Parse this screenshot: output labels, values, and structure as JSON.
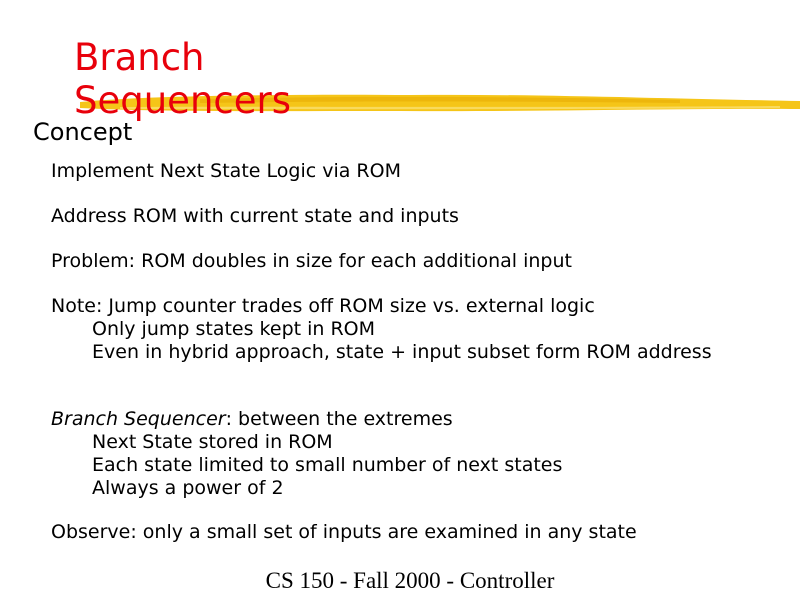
{
  "slide": {
    "title_line1": "Branch",
    "title_line2": "Sequencers",
    "heading": "Concept",
    "lines": {
      "l1": "Implement Next State Logic via ROM",
      "l2": "Address ROM with current state and inputs",
      "l3": "Problem: ROM doubles in size for each additional input",
      "l4": "Note: Jump counter trades off ROM size vs. external logic",
      "l5": "Only jump states kept in ROM",
      "l6": "Even in hybrid approach, state + input subset form ROM address",
      "l7_italic": "Branch Sequencer",
      "l7_rest": ": between the extremes",
      "l8": "Next State stored in ROM",
      "l9": "Each state limited to small number of next states",
      "l10": "Always a power of 2",
      "l11": "Observe: only a small set of inputs are examined in any state"
    },
    "footer": "CS 150 - Fall 2000 - Controller",
    "colors": {
      "title": "#e8000b",
      "brush": "#f5c518"
    }
  }
}
